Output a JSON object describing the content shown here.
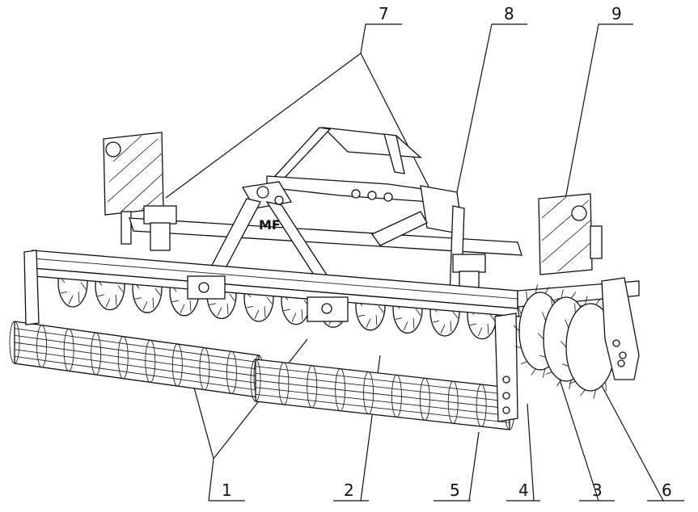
{
  "figure": {
    "logo_text": "MF",
    "callouts": [
      {
        "id": "c1",
        "label": "1"
      },
      {
        "id": "c2",
        "label": "2"
      },
      {
        "id": "c3",
        "label": "3"
      },
      {
        "id": "c4",
        "label": "4"
      },
      {
        "id": "c5",
        "label": "5"
      },
      {
        "id": "c6",
        "label": "6"
      },
      {
        "id": "c7",
        "label": "7"
      },
      {
        "id": "c8",
        "label": "8"
      },
      {
        "id": "c9",
        "label": "9"
      }
    ]
  }
}
